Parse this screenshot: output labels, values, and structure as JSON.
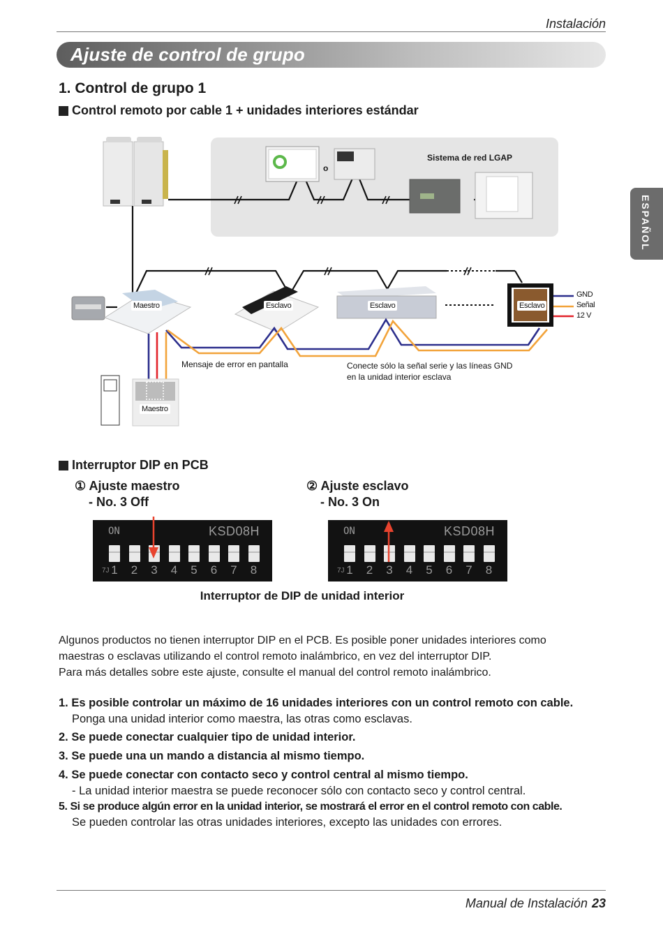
{
  "header": {
    "section": "Instalación"
  },
  "banner": {
    "title": "Ajuste de control de grupo"
  },
  "side_tab": {
    "language": "ESPAÑOL"
  },
  "heading": "1. Control de grupo 1",
  "subheading": "Control remoto por cable 1 + unidades interiores estándar",
  "diagram": {
    "network_label": "Sistema de red LGAP",
    "or_label": "o",
    "units": [
      {
        "role": "Maestro",
        "type": "cassette-4-way"
      },
      {
        "role": "Esclavo",
        "type": "cassette-1-way"
      },
      {
        "role": "Esclavo",
        "type": "ducted"
      },
      {
        "role": "Esclavo",
        "type": "art-cool"
      }
    ],
    "remote_label": "Maestro",
    "legend": [
      {
        "label": "GND",
        "color": "#2b2e8c"
      },
      {
        "label": "Señal",
        "color": "#f2a33a"
      },
      {
        "label": "12 V",
        "color": "#e2232a"
      }
    ],
    "note_error": "Mensaje de error en pantalla",
    "note_slave_line1": "Conecte sólo la señal serie y las líneas GND",
    "note_slave_line2": "en la unidad interior esclava"
  },
  "dip_section": {
    "title": "Interruptor DIP en PCB",
    "master": {
      "title": "① Ajuste maestro",
      "setting": "- No. 3 Off"
    },
    "slave": {
      "title": "② Ajuste esclavo",
      "setting": "- No. 3 On"
    },
    "switch_label_on": "ON",
    "switch_model": "KSD08H",
    "switch_prefix": "7J",
    "switch_numbers": [
      "1",
      "2",
      "3",
      "4",
      "5",
      "6",
      "7",
      "8"
    ],
    "caption": "Interruptor de DIP de unidad interior"
  },
  "paragraph": [
    "Algunos productos no tienen interruptor DIP en el PCB. Es posible poner unidades interiores como",
    "maestras o esclavas utilizando el control remoto inalámbrico, en vez del interruptor DIP.",
    "Para más detalles sobre este ajuste, consulte el manual del control remoto inalámbrico."
  ],
  "list": [
    {
      "text": "1. Es posible controlar un máximo de 16 unidades interiores con un control remoto con cable.",
      "sub": "Ponga una unidad interior como maestra, las otras como esclavas."
    },
    {
      "text": "2. Se puede conectar cualquier tipo de unidad interior.",
      "sub": null
    },
    {
      "text": "3. Se puede una un mando a distancia al mismo tiempo.",
      "sub": null
    },
    {
      "text": "4. Se puede conectar con contacto seco y control central al mismo tiempo.",
      "sub": "- La unidad interior maestra se puede reconocer sólo con contacto seco y control central."
    },
    {
      "text": "5. Si se produce algún error en la unidad interior, se mostrará el error en el control remoto con cable.",
      "sub": "Se pueden controlar las otras unidades interiores, excepto las unidades con errores."
    }
  ],
  "footer": {
    "title": "Manual de Instalación",
    "page": "23"
  }
}
